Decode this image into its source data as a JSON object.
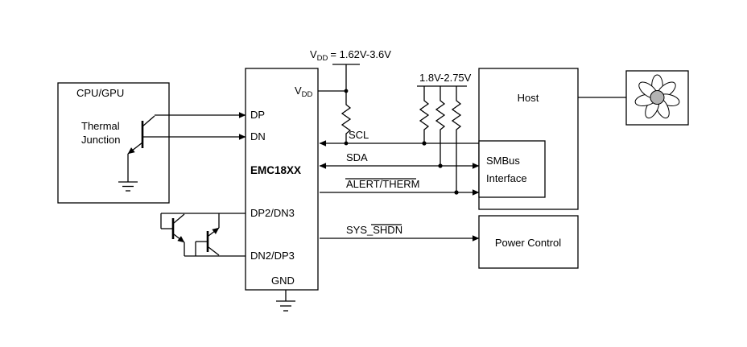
{
  "cpu_gpu": {
    "title": "CPU/GPU",
    "thermal_line1": "Thermal",
    "thermal_line2": "Junction"
  },
  "chip": {
    "name": "EMC18XX",
    "pin_vdd_base": "V",
    "pin_vdd_sub": "DD",
    "pin_dp": "DP",
    "pin_dn": "DN",
    "pin_dp2_dn3": "DP2/DN3",
    "pin_dn2_dp3": "DN2/DP3",
    "pin_gnd": "GND"
  },
  "supplies": {
    "vdd_base": "V",
    "vdd_sub": "DD",
    "vdd_value": "= 1.62V-3.6V",
    "pullup_voltage": "1.8V-2.75V"
  },
  "signals": {
    "scl": "SCL",
    "sda": "SDA",
    "alert_therm": "ALERT/THERM",
    "sys_shdn": "SYS_SHDN"
  },
  "host": {
    "title": "Host",
    "smbus_line1": "SMBus",
    "smbus_line2": "Interface"
  },
  "power_control": {
    "title": "Power Control"
  }
}
